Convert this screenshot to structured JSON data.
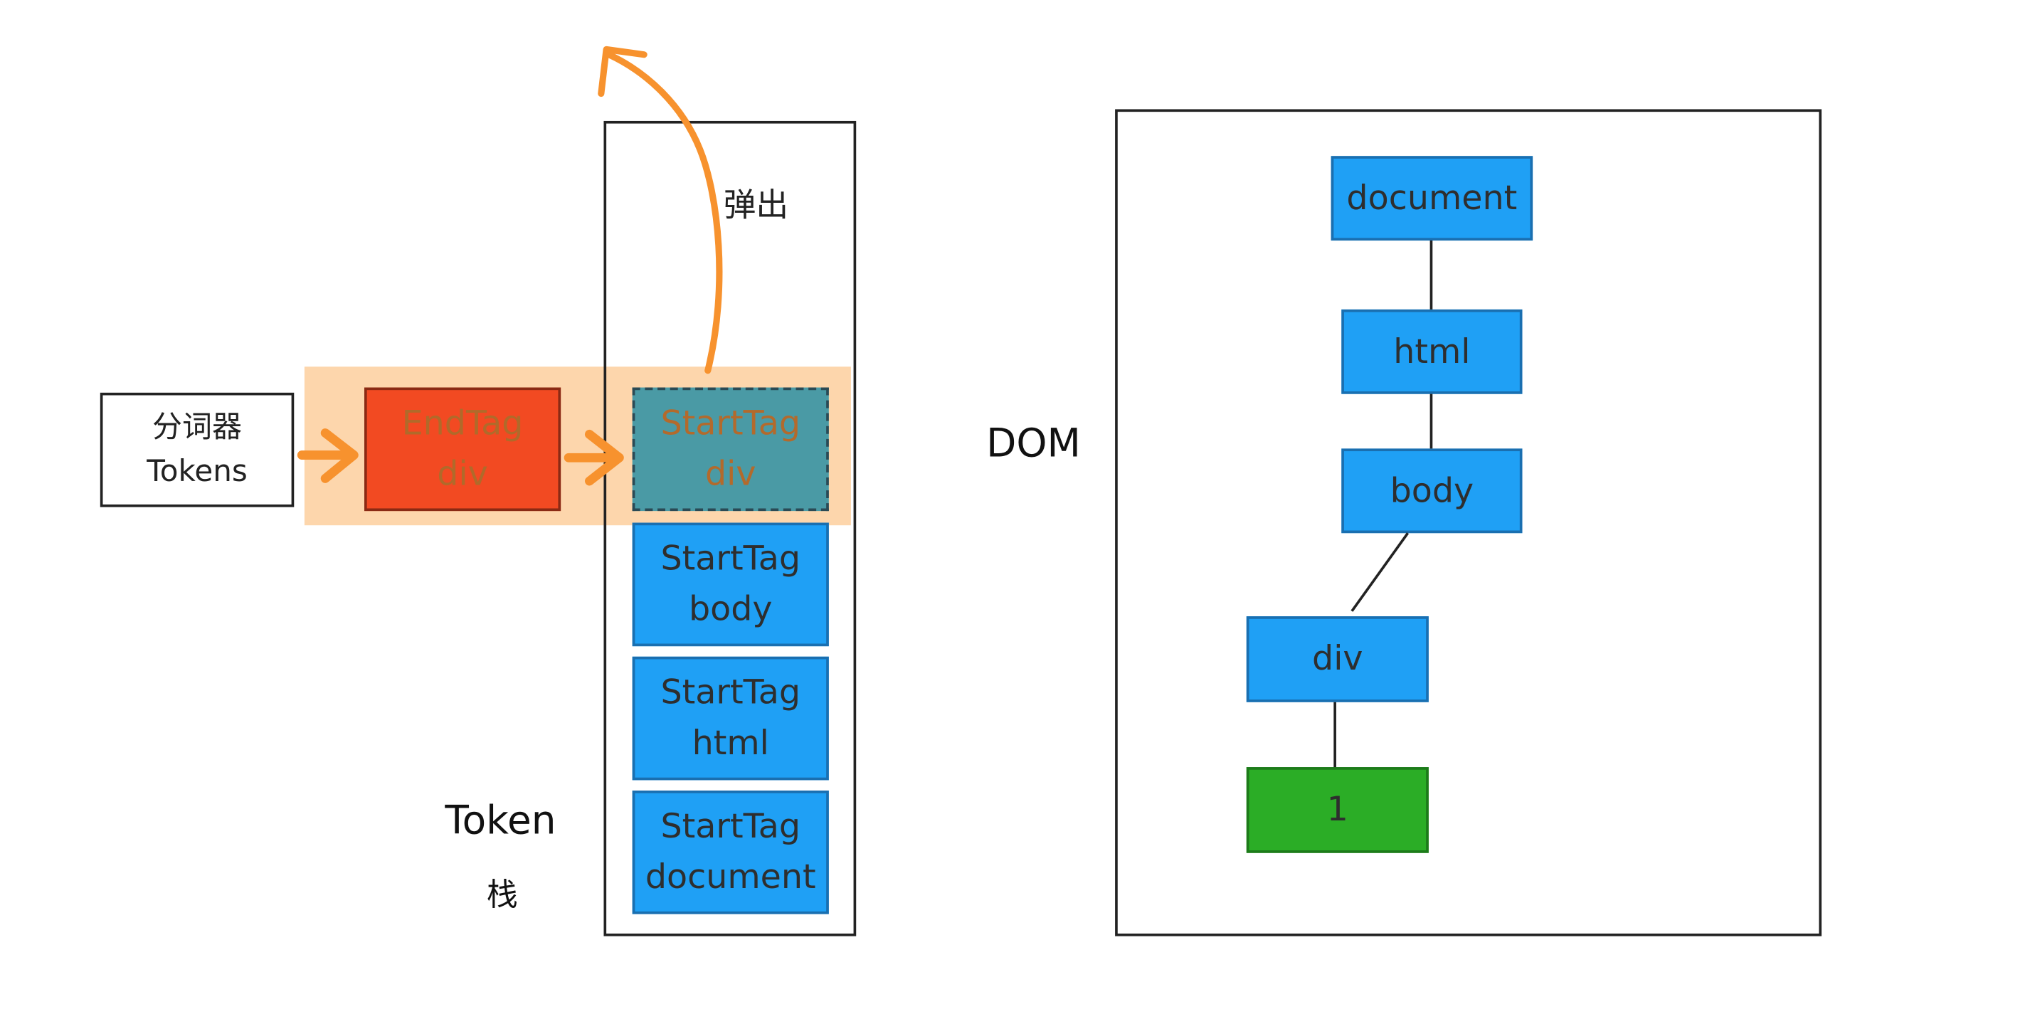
{
  "tokenizer": {
    "line1": "分词器",
    "line2": "Tokens"
  },
  "end_tag": {
    "line1": "EndTag",
    "line2": "div"
  },
  "pop_label": "弹出",
  "stack": {
    "items": [
      {
        "line1": "StartTag",
        "line2": "div"
      },
      {
        "line1": "StartTag",
        "line2": "body"
      },
      {
        "line1": "StartTag",
        "line2": "html"
      },
      {
        "line1": "StartTag",
        "line2": "document"
      }
    ],
    "caption_line1": "Token",
    "caption_line2": "栈"
  },
  "dom": {
    "label": "DOM",
    "nodes": [
      {
        "id": "document",
        "label": "document"
      },
      {
        "id": "html",
        "label": "html"
      },
      {
        "id": "body",
        "label": "body"
      },
      {
        "id": "div",
        "label": "div"
      },
      {
        "id": "text",
        "label": "1"
      }
    ]
  },
  "colors": {
    "token_blue": "#1fa0f5",
    "popped_teal": "#4a9aa5",
    "end_tag_red": "#f24a22",
    "text_node_green": "#2bad26",
    "highlight_peach": "#fdd6ac",
    "arrow_orange": "#f7922e"
  }
}
